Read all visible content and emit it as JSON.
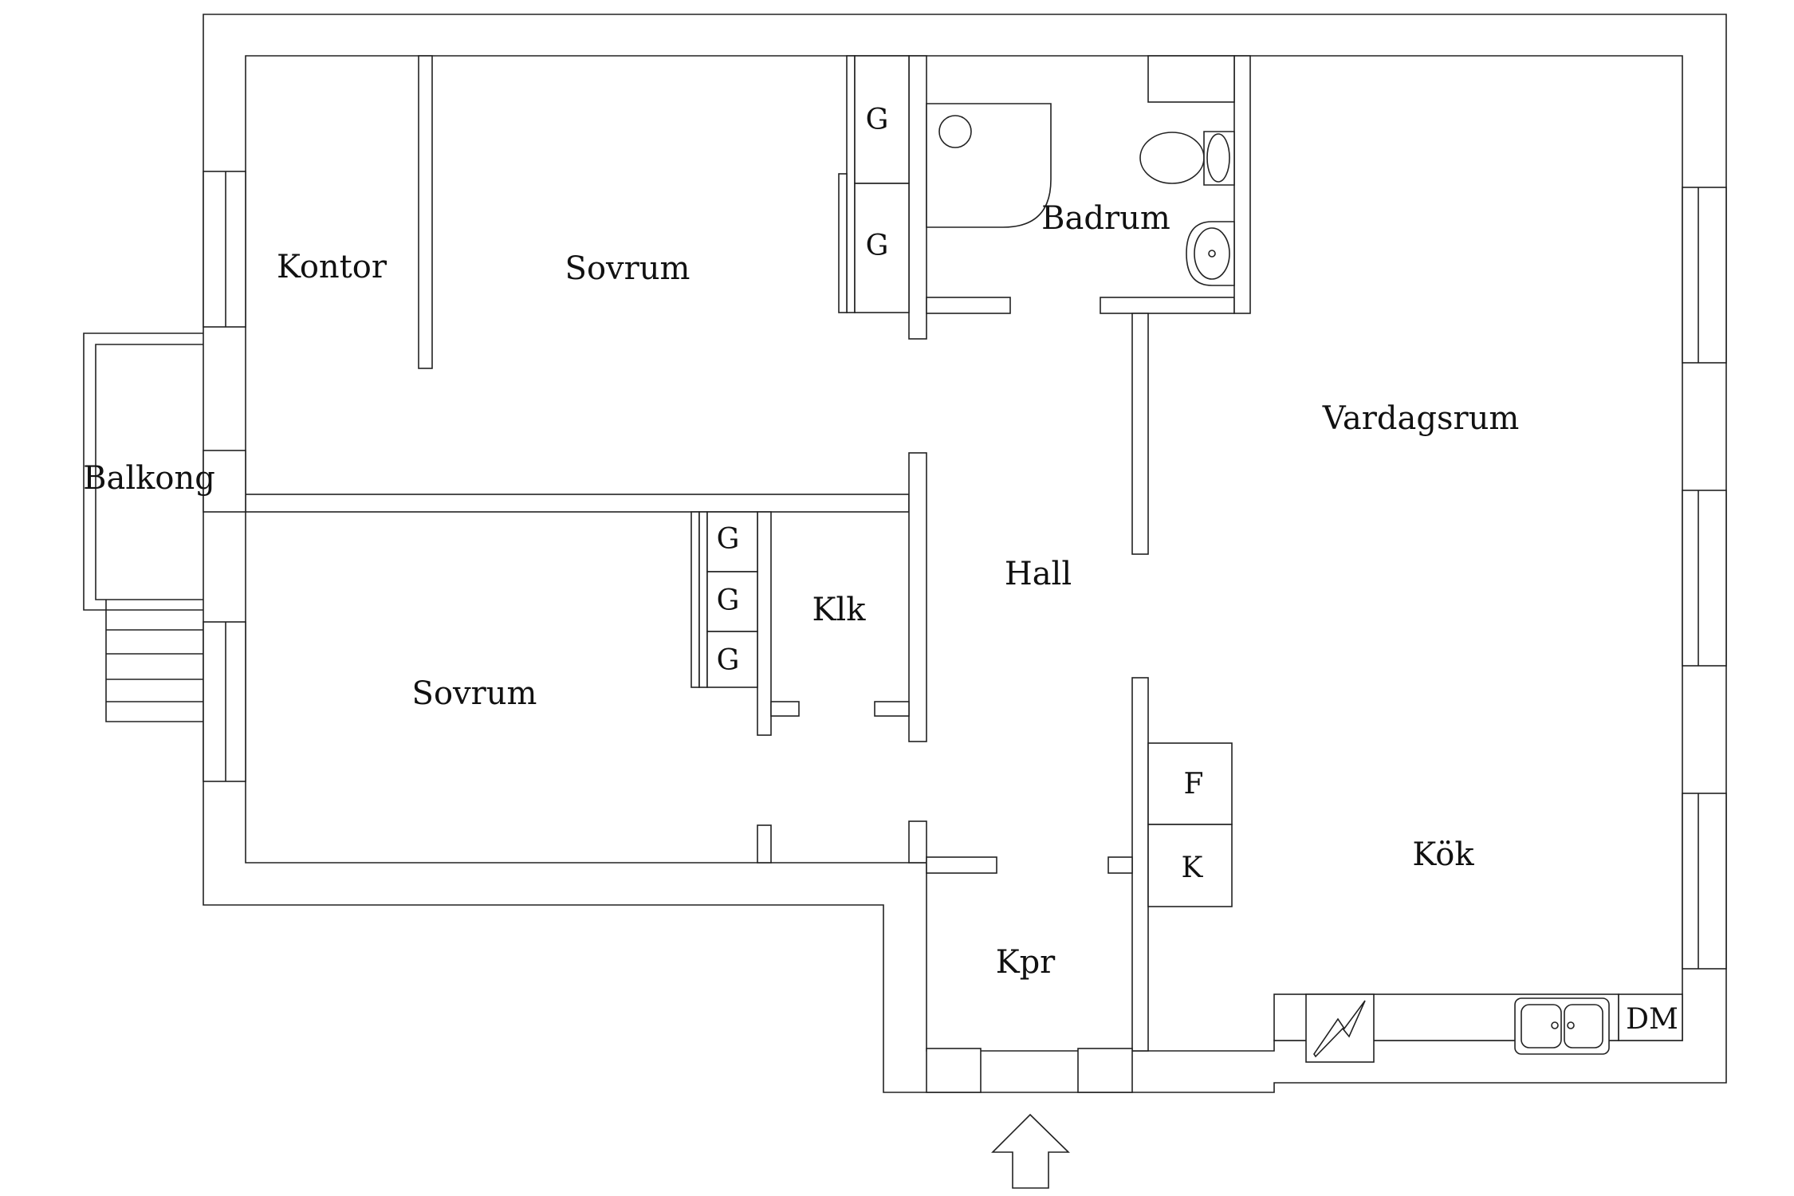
{
  "rooms": {
    "kontor": "Kontor",
    "sovrum_top": "Sovrum",
    "badrum": "Badrum",
    "vardagsrum": "Vardagsrum",
    "balkong": "Balkong",
    "hall": "Hall",
    "klk": "Klk",
    "sovrum_bottom": "Sovrum",
    "kok": "Kök",
    "kpr": "Kpr"
  },
  "fixtures": {
    "g_closet_top_1": "G",
    "g_closet_top_2": "G",
    "g_closet_mid_1": "G",
    "g_closet_mid_2": "G",
    "g_closet_mid_3": "G",
    "fridge": "F",
    "freezer": "K",
    "dishwasher": "DM"
  },
  "icons": [
    "entrance-arrow-icon",
    "toilet-icon",
    "sink-icon",
    "shower-icon",
    "stove-icon",
    "kitchen-sink-icon",
    "stairs-icon"
  ]
}
